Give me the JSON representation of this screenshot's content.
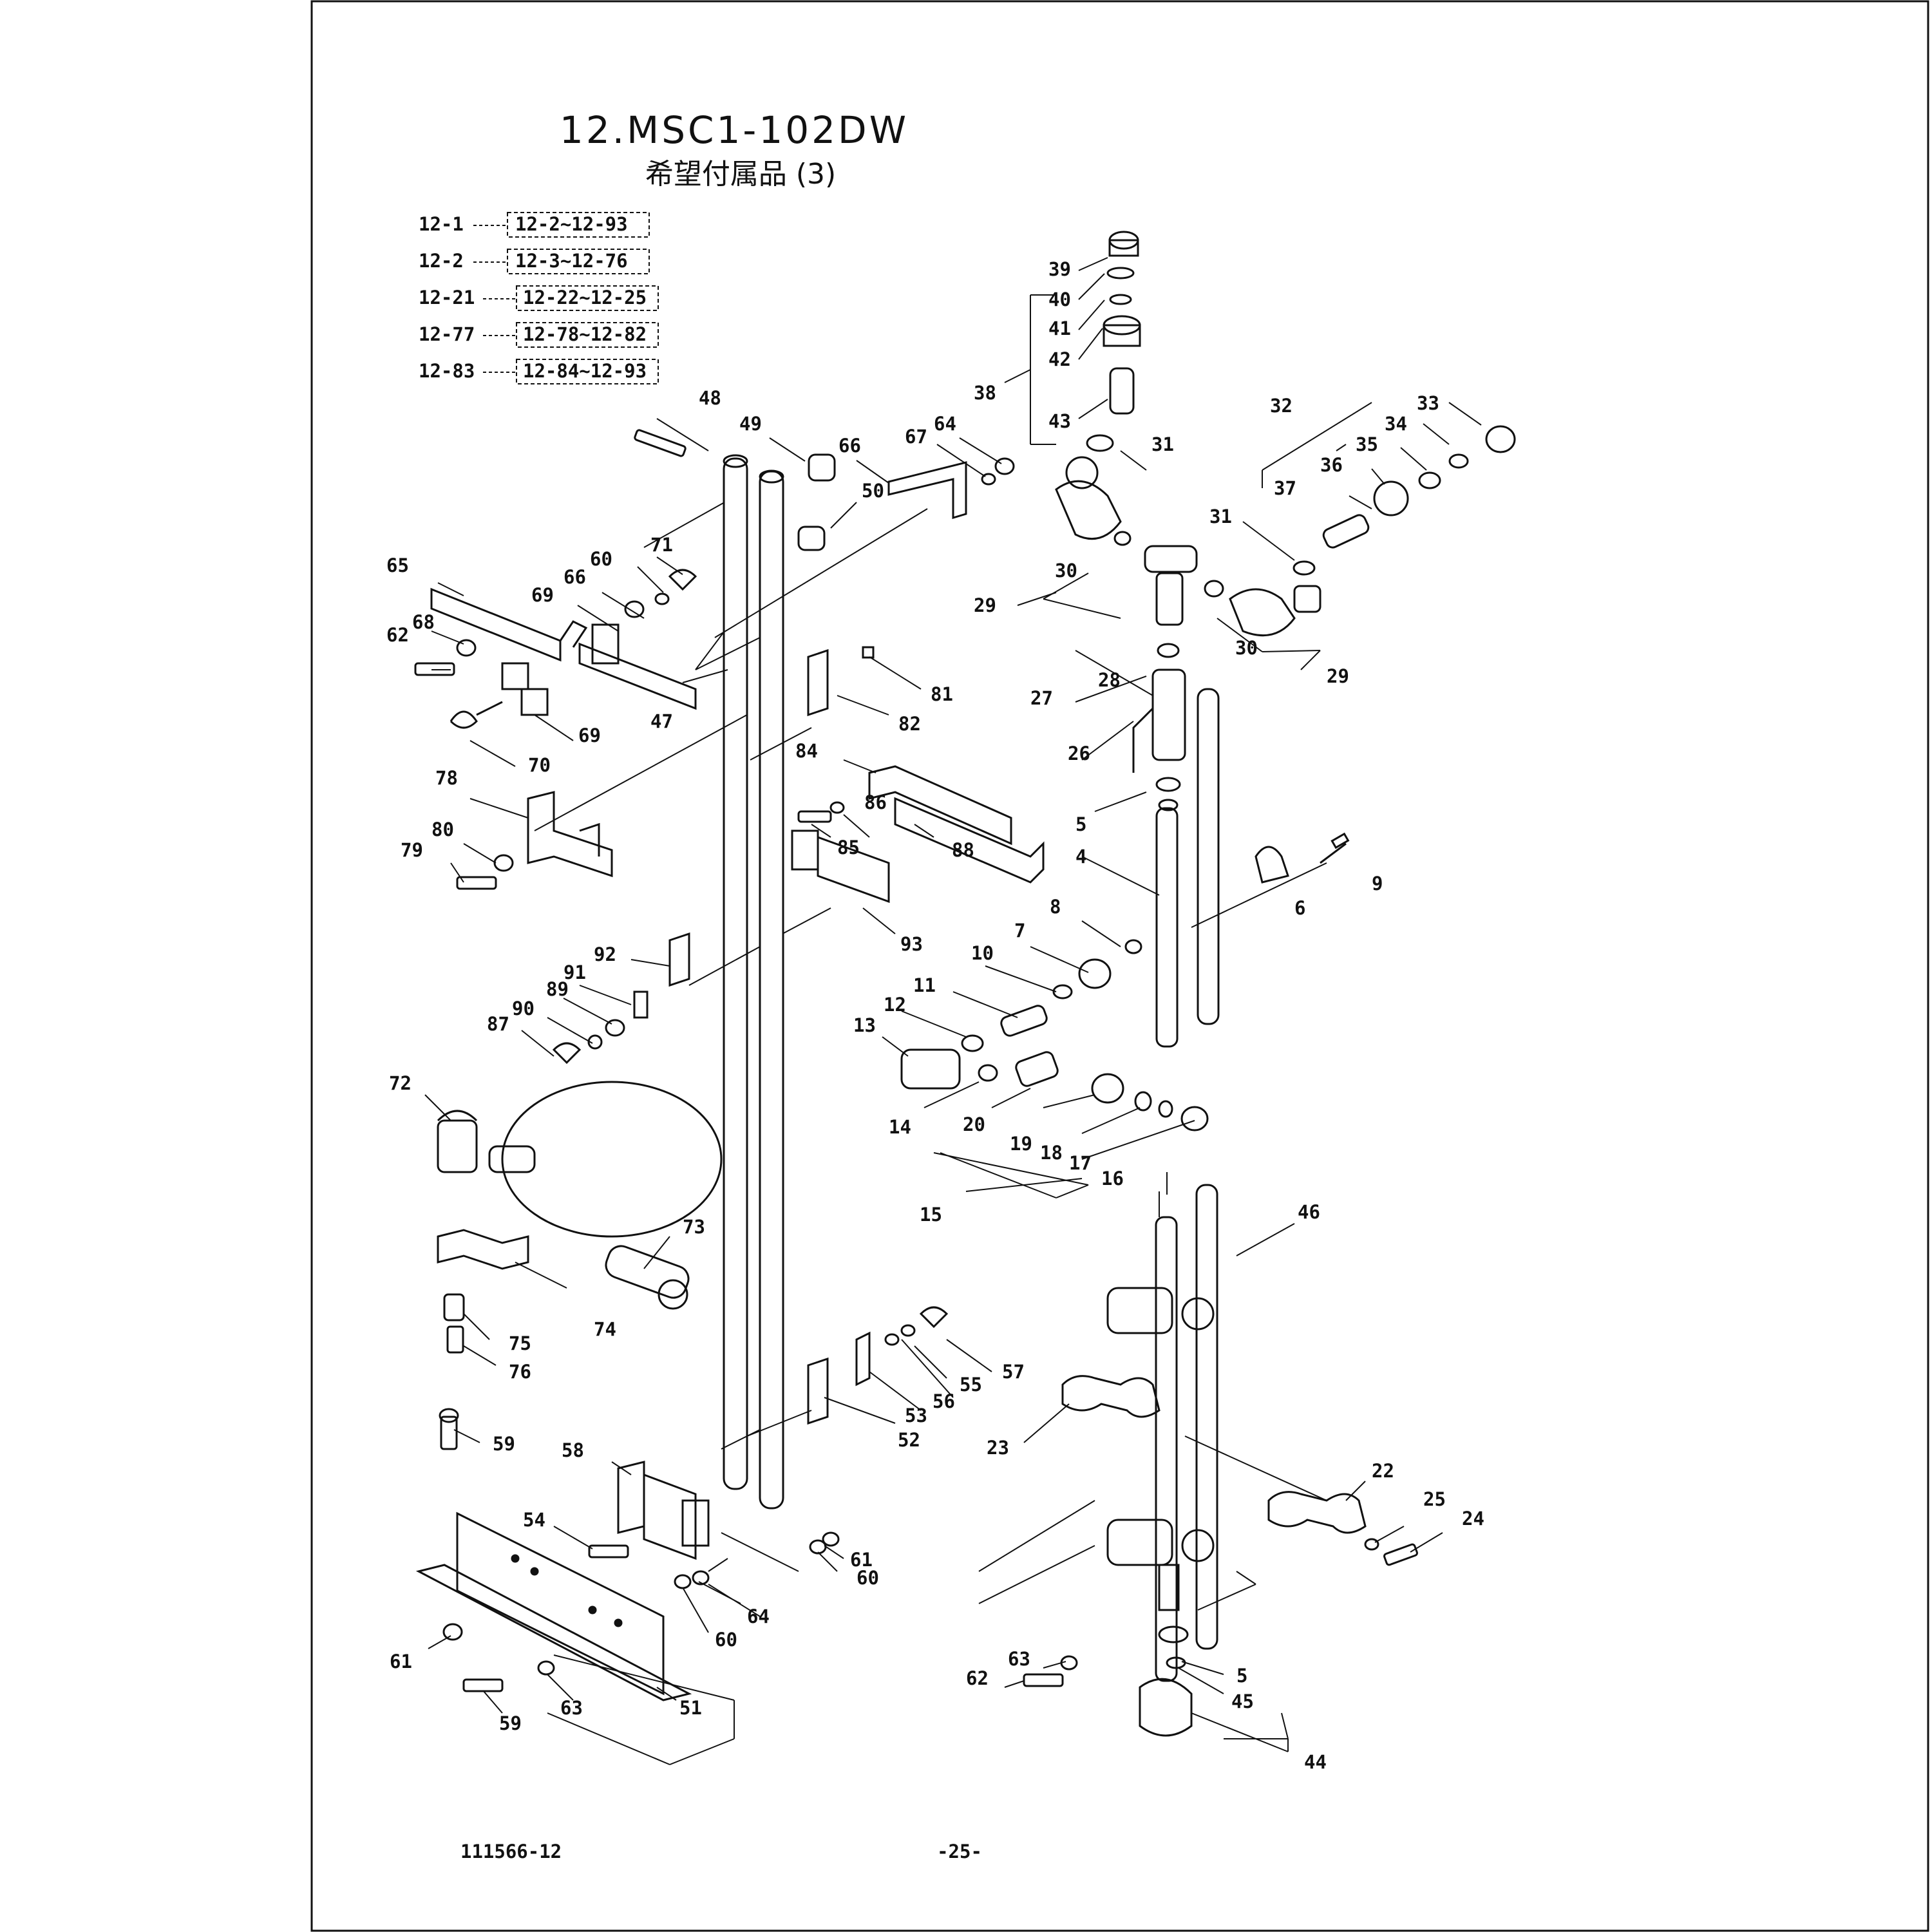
{
  "header": {
    "title": "12.MSC1-102DW",
    "subtitle": "希望付属品 (3)"
  },
  "groups": [
    {
      "parent": "12-1",
      "range": "12-2~12-93"
    },
    {
      "parent": "12-2",
      "range": "12-3~12-76"
    },
    {
      "parent": "12-21",
      "range": "12-22~12-25"
    },
    {
      "parent": "12-77",
      "range": "12-78~12-82"
    },
    {
      "parent": "12-83",
      "range": "12-84~12-93"
    }
  ],
  "parts": [
    {
      "n": "39"
    },
    {
      "n": "40"
    },
    {
      "n": "41"
    },
    {
      "n": "38"
    },
    {
      "n": "42"
    },
    {
      "n": "43"
    },
    {
      "n": "31"
    },
    {
      "n": "32"
    },
    {
      "n": "33"
    },
    {
      "n": "34"
    },
    {
      "n": "35"
    },
    {
      "n": "36"
    },
    {
      "n": "37"
    },
    {
      "n": "31"
    },
    {
      "n": "30"
    },
    {
      "n": "29"
    },
    {
      "n": "30"
    },
    {
      "n": "29"
    },
    {
      "n": "27"
    },
    {
      "n": "28"
    },
    {
      "n": "26"
    },
    {
      "n": "5"
    },
    {
      "n": "4"
    },
    {
      "n": "8"
    },
    {
      "n": "7"
    },
    {
      "n": "6"
    },
    {
      "n": "9"
    },
    {
      "n": "10"
    },
    {
      "n": "11"
    },
    {
      "n": "12"
    },
    {
      "n": "13"
    },
    {
      "n": "14"
    },
    {
      "n": "20"
    },
    {
      "n": "19"
    },
    {
      "n": "18"
    },
    {
      "n": "17"
    },
    {
      "n": "16"
    },
    {
      "n": "15"
    },
    {
      "n": "46"
    },
    {
      "n": "48"
    },
    {
      "n": "49"
    },
    {
      "n": "66"
    },
    {
      "n": "67"
    },
    {
      "n": "64"
    },
    {
      "n": "50"
    },
    {
      "n": "71"
    },
    {
      "n": "65"
    },
    {
      "n": "60"
    },
    {
      "n": "66"
    },
    {
      "n": "69"
    },
    {
      "n": "68"
    },
    {
      "n": "62"
    },
    {
      "n": "70"
    },
    {
      "n": "69"
    },
    {
      "n": "47"
    },
    {
      "n": "81"
    },
    {
      "n": "82"
    },
    {
      "n": "84"
    },
    {
      "n": "78"
    },
    {
      "n": "80"
    },
    {
      "n": "79"
    },
    {
      "n": "85"
    },
    {
      "n": "86"
    },
    {
      "n": "88"
    },
    {
      "n": "93"
    },
    {
      "n": "92"
    },
    {
      "n": "91"
    },
    {
      "n": "89"
    },
    {
      "n": "90"
    },
    {
      "n": "87"
    },
    {
      "n": "72"
    },
    {
      "n": "73"
    },
    {
      "n": "74"
    },
    {
      "n": "75"
    },
    {
      "n": "76"
    },
    {
      "n": "57"
    },
    {
      "n": "55"
    },
    {
      "n": "56"
    },
    {
      "n": "53"
    },
    {
      "n": "52"
    },
    {
      "n": "23"
    },
    {
      "n": "22"
    },
    {
      "n": "25"
    },
    {
      "n": "24"
    },
    {
      "n": "59"
    },
    {
      "n": "58"
    },
    {
      "n": "54"
    },
    {
      "n": "61"
    },
    {
      "n": "60"
    },
    {
      "n": "64"
    },
    {
      "n": "60"
    },
    {
      "n": "61"
    },
    {
      "n": "51"
    },
    {
      "n": "59"
    },
    {
      "n": "63"
    },
    {
      "n": "63"
    },
    {
      "n": "62"
    },
    {
      "n": "5"
    },
    {
      "n": "45"
    },
    {
      "n": "44"
    }
  ],
  "footer": {
    "drawing_no": "111566-12",
    "page": "-25-"
  }
}
